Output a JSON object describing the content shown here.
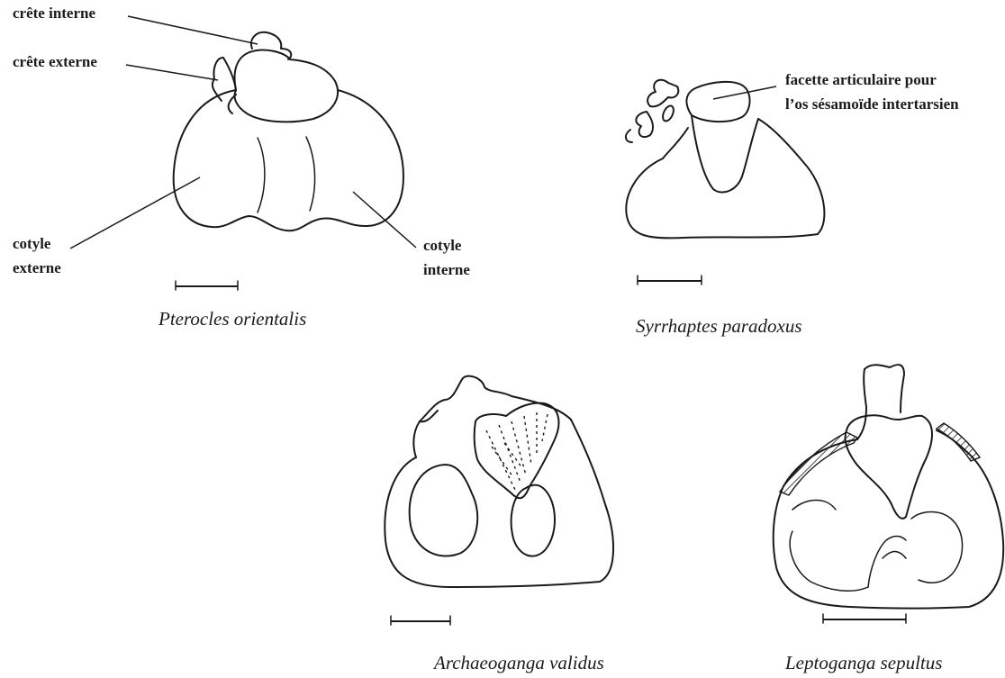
{
  "labels": {
    "crete_interne": "crête interne",
    "crete_externe": "crête externe",
    "cotyle_externe_line1": "cotyle",
    "cotyle_externe_line2": "externe",
    "cotyle_interne_line1": "cotyle",
    "cotyle_interne_line2": "interne",
    "facette_line1": "facette articulaire pour",
    "facette_line2": "l’os sésamoïde intertarsien"
  },
  "captions": {
    "pterocles": "Pterocles orientalis",
    "syrrhaptes": "Syrrhaptes paradoxus",
    "archaeoganga": "Archaeoganga validus",
    "leptoganga": "Leptoganga sepultus"
  },
  "colors": {
    "ink": "#1a1a1a",
    "background": "#ffffff"
  }
}
